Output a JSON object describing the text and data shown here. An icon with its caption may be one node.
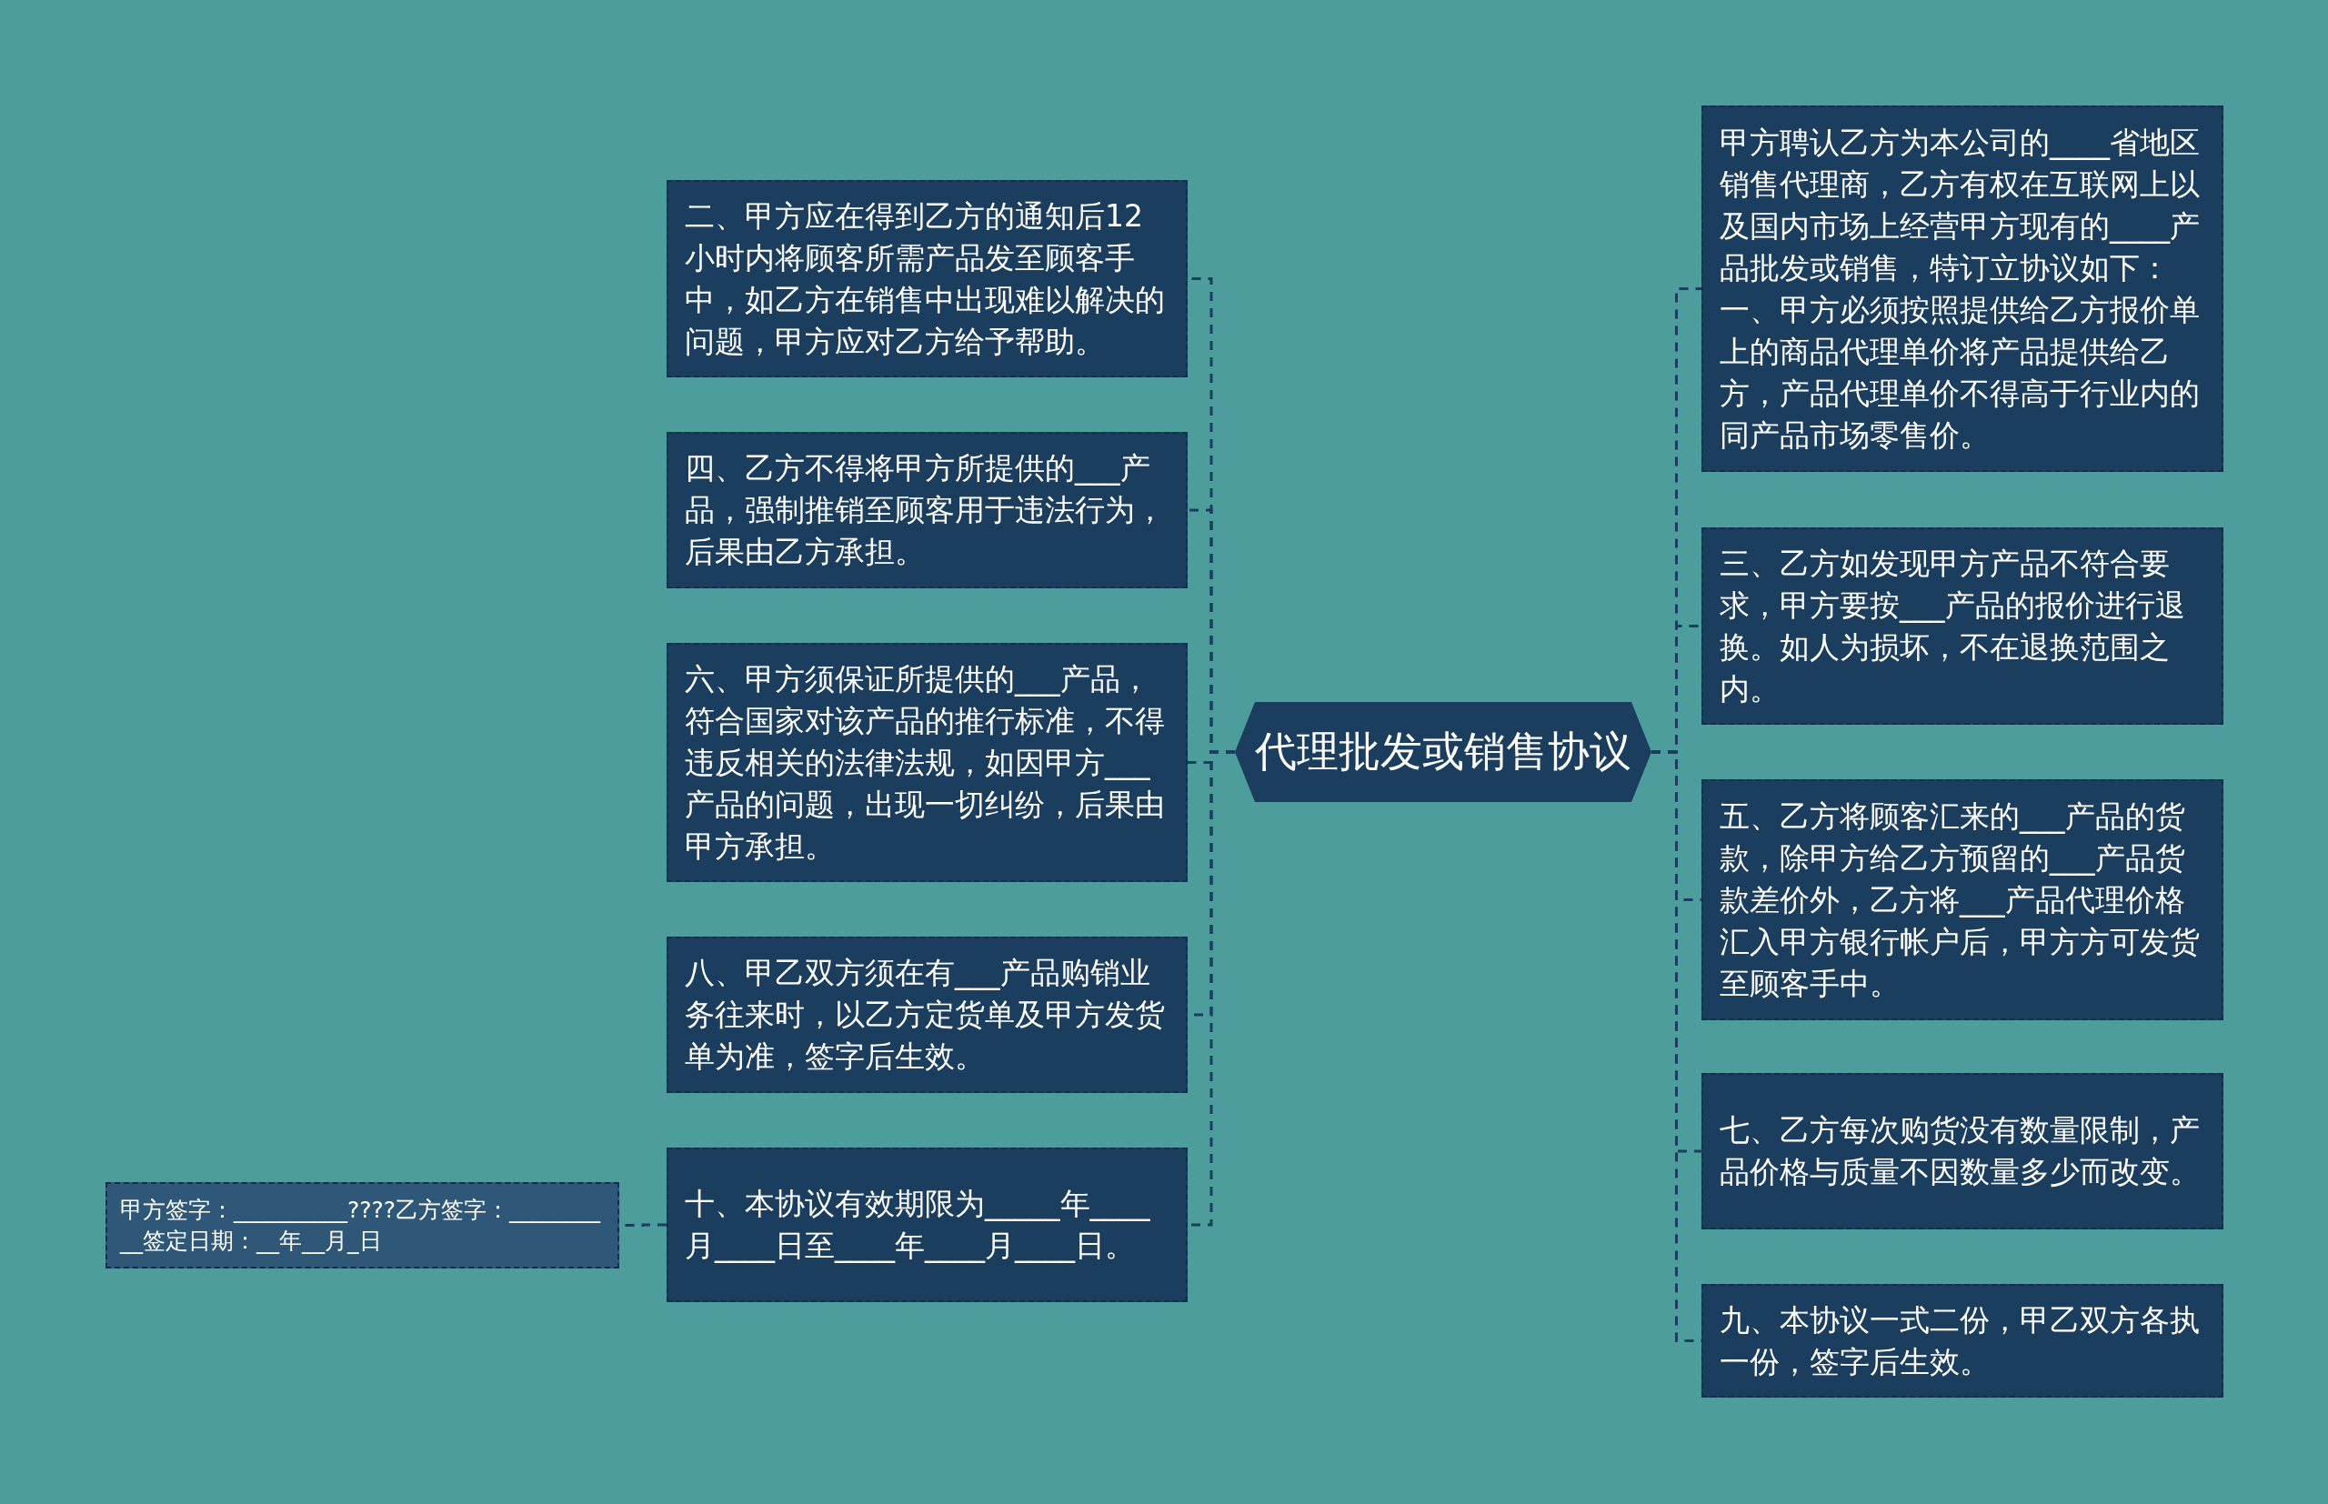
{
  "diagram": {
    "nodes": [
      {
        "text": [
          "代理批发或销售协议"
        ]
      },
      {
        "text": [
          "二、甲方应在得到乙方的通知后12小时内将顾客所需产品发至顾客手中，如乙方在销售中出现难以解决的问题，甲方应对乙方给予帮助。"
        ]
      },
      {
        "text": [
          "四、乙方不得将甲方所提供的___产品，强制推销至顾客用于违法行为，后果由乙方承担。"
        ]
      },
      {
        "text": [
          "六、甲方须保证所提供的___产品，符合国家对该产品的推行标准，不得违反相关的法律法规，如因甲方___产品的问题，出现一切纠纷，后果由甲方承担。"
        ]
      },
      {
        "text": [
          "八、甲乙双方须在有___产品购销业务往来时，以乙方定货单及甲方发货单为准，签字后生效。"
        ]
      },
      {
        "text": [
          "十、本协议有效期限为_____年____月____日至____年____月____日。"
        ]
      },
      {
        "text": [
          "甲方聘认乙方为本公司的____省地区销售代理商，乙方有权在互联网上以及国内市场上经营甲方现有的____产品批发或销售，特订立协议如下：一、甲方必须按照提供给乙方报价单上的商品代理单价将产品提供给乙方，产品代理单价不得高于行业内的同产品市场零售价。"
        ]
      },
      {
        "text": [
          "三、乙方如发现甲方产品不符合要求，甲方要按___产品的报价进行退换。如人为损坏，不在退换范围之内。"
        ]
      },
      {
        "text": [
          "五、乙方将顾客汇来的___产品的货款，除甲方给乙方预留的___产品货款差价外，乙方将___产品代理价格汇入甲方银行帐户后，甲方方可发货至顾客手中。"
        ]
      },
      {
        "text": [
          "七、乙方每次购货没有数量限制，产品价格与质量不因数量多少而改变。"
        ]
      },
      {
        "text": [
          "九、本协议一式二份，甲乙双方各执一份，签字后生效。"
        ]
      },
      {
        "text": [
          "甲方签字：__________????乙方签字：__________签定日期：__年__月_日"
        ]
      }
    ],
    "edges": [
      {
        "from": 0,
        "to": 1,
        "arrow": "none"
      },
      {
        "from": 0,
        "to": 2,
        "arrow": "none"
      },
      {
        "from": 0,
        "to": 3,
        "arrow": "none"
      },
      {
        "from": 0,
        "to": 4,
        "arrow": "none"
      },
      {
        "from": 0,
        "to": 5,
        "arrow": "none"
      },
      {
        "from": 0,
        "to": 6,
        "arrow": "none"
      },
      {
        "from": 0,
        "to": 7,
        "arrow": "none"
      },
      {
        "from": 0,
        "to": 8,
        "arrow": "none"
      },
      {
        "from": 0,
        "to": 9,
        "arrow": "none"
      },
      {
        "from": 0,
        "to": 10,
        "arrow": "none"
      },
      {
        "from": 5,
        "to": 11,
        "arrow": "none"
      }
    ]
  }
}
